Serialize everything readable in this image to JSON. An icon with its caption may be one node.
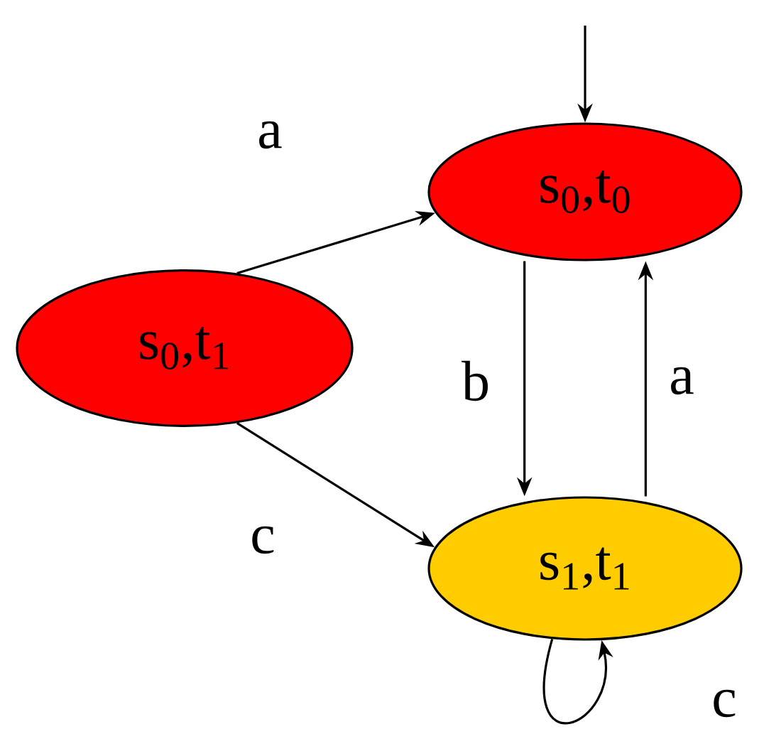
{
  "diagram": {
    "nodes": [
      {
        "text": [
          "s$_{0}$,t$_{0}$"
        ]
      },
      {
        "text": [
          "s$_{0}$,t$_{1}$"
        ]
      },
      {
        "text": [
          "s$_{1}$,t$_{1}$"
        ]
      }
    ],
    "edges": [
      {
        "from": null,
        "to": 0,
        "arrow": "to"
      },
      {
        "from": 1,
        "to": 0,
        "arrow": "to",
        "label": "a"
      },
      {
        "from": 0,
        "to": 2,
        "arrow": "to",
        "label": "b"
      },
      {
        "from": 2,
        "to": 0,
        "arrow": "to",
        "label": "a"
      },
      {
        "from": 1,
        "to": 2,
        "arrow": "to",
        "label": "c"
      },
      {
        "from": 2,
        "to": 2,
        "arrow": "to",
        "label": "c"
      }
    ]
  }
}
